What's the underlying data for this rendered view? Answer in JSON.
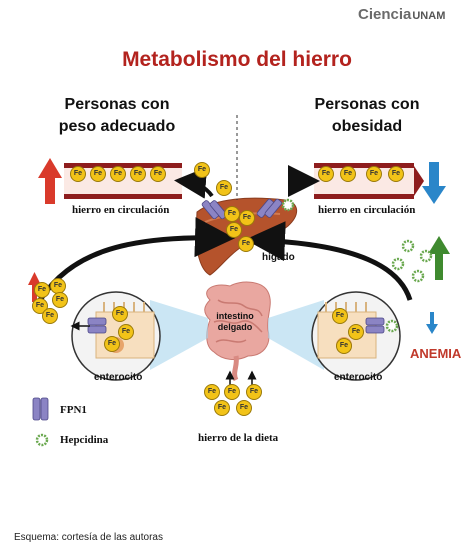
{
  "brand": {
    "name": "Ciencia",
    "suffix": "UNAM"
  },
  "title": "Metabolismo del hierro",
  "panels": {
    "left_heading": [
      "Personas con",
      "peso adecuado"
    ],
    "right_heading": [
      "Personas con",
      "obesidad"
    ]
  },
  "labels": {
    "circulation_left": "hierro en circulación",
    "circulation_right": "hierro en circulación",
    "liver": "hígado",
    "intestine": [
      "intestino",
      "delgado"
    ],
    "enterocyte_left": "enterocito",
    "enterocyte_right": "enterocito",
    "diet": "hierro de la dieta",
    "anemia": "ANEMIA",
    "fe": "Fe"
  },
  "legend": [
    {
      "label": "FPN1",
      "icon": "fpn1-transporter-icon"
    },
    {
      "label": "Hepcidina",
      "icon": "hepcidin-icon"
    }
  ],
  "credit": {
    "prefix": "Esquema:",
    "text": " cortesía de las autoras"
  },
  "colors": {
    "title": "#b3231e",
    "arrow_up": "#d93a2b",
    "arrow_down": "#2a86c9",
    "arrow_green": "#3f8a2f",
    "iron": "#f2c318",
    "fpn1": "#8b84c4",
    "hepcidin": "#6aa84f",
    "vessel": "#8e1d1d",
    "liver": "#b5532c",
    "intestine": "#e9a7a0",
    "anemia": "#c0392b"
  }
}
